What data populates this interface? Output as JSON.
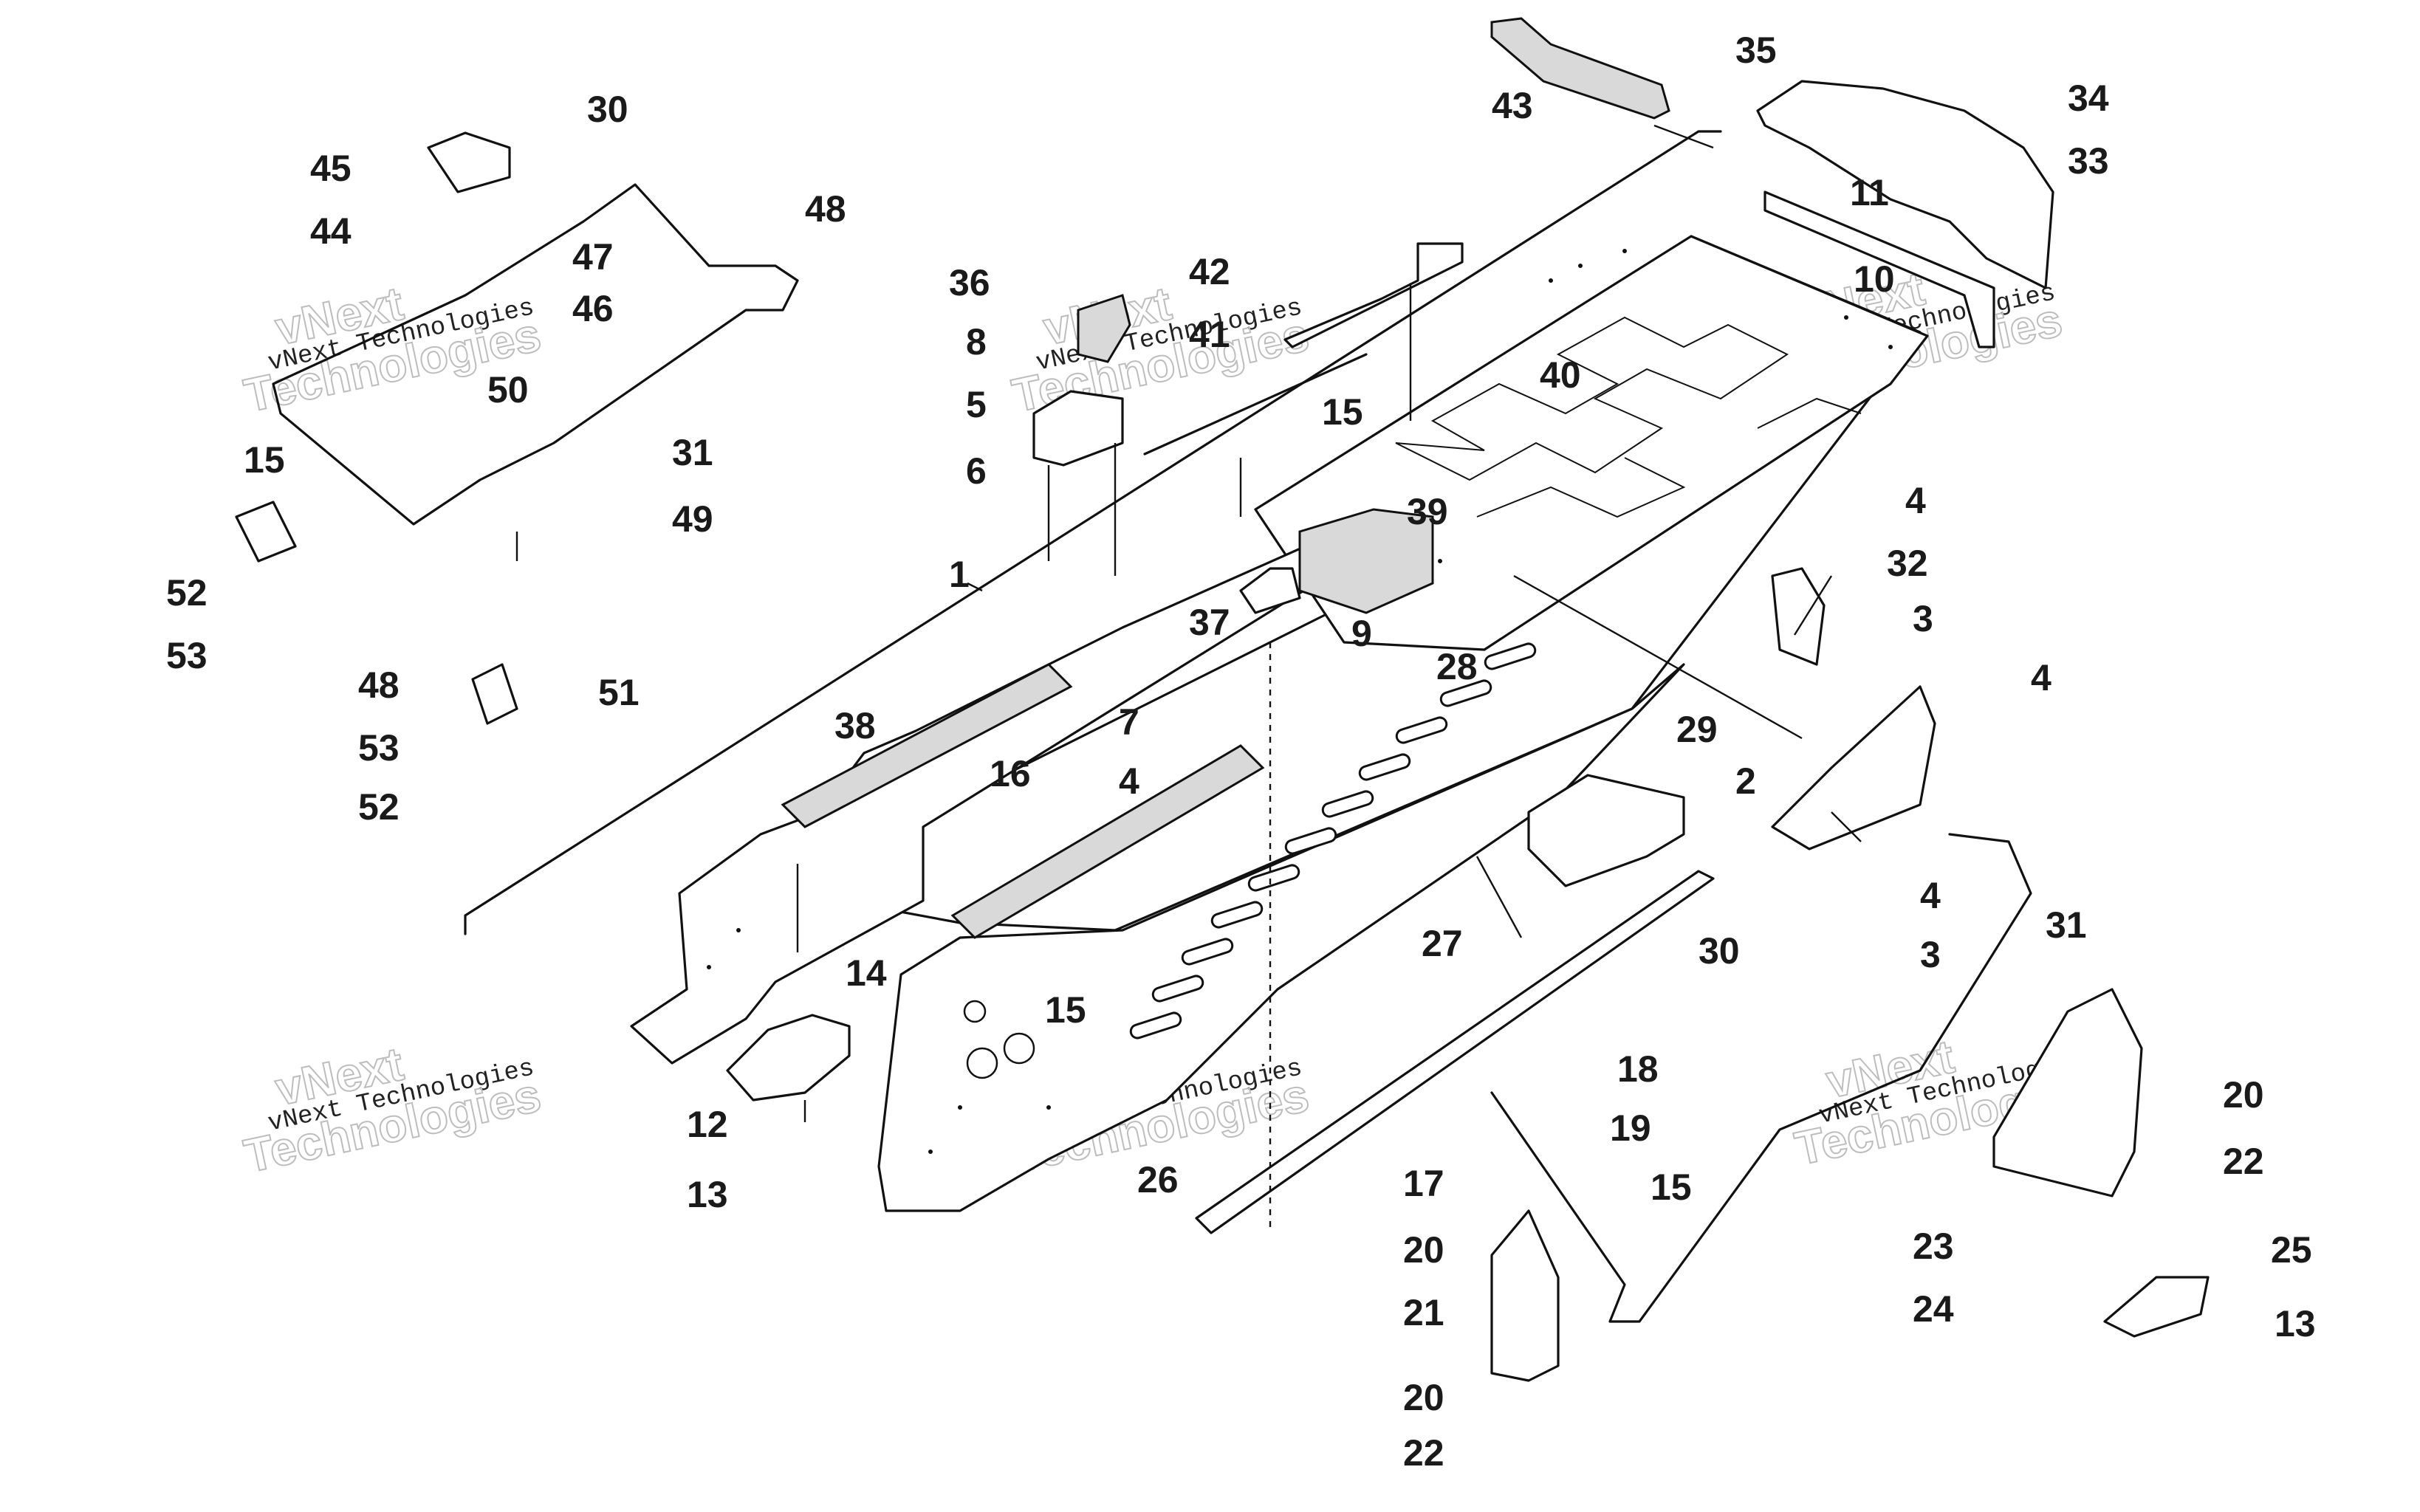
{
  "diagram": {
    "watermark": {
      "line1": "vNext",
      "line2": "Technologies",
      "line3": "Technologies"
    },
    "callouts": [
      {
        "label": "1"
      },
      {
        "label": "2"
      },
      {
        "label": "3"
      },
      {
        "label": "3"
      },
      {
        "label": "4"
      },
      {
        "label": "4"
      },
      {
        "label": "4"
      },
      {
        "label": "4"
      },
      {
        "label": "5"
      },
      {
        "label": "6"
      },
      {
        "label": "7"
      },
      {
        "label": "8"
      },
      {
        "label": "9"
      },
      {
        "label": "10"
      },
      {
        "label": "11"
      },
      {
        "label": "12"
      },
      {
        "label": "13"
      },
      {
        "label": "13"
      },
      {
        "label": "14"
      },
      {
        "label": "15"
      },
      {
        "label": "15"
      },
      {
        "label": "15"
      },
      {
        "label": "15"
      },
      {
        "label": "16"
      },
      {
        "label": "17"
      },
      {
        "label": "18"
      },
      {
        "label": "19"
      },
      {
        "label": "20"
      },
      {
        "label": "20"
      },
      {
        "label": "20"
      },
      {
        "label": "21"
      },
      {
        "label": "22"
      },
      {
        "label": "22"
      },
      {
        "label": "23"
      },
      {
        "label": "24"
      },
      {
        "label": "25"
      },
      {
        "label": "26"
      },
      {
        "label": "27"
      },
      {
        "label": "28"
      },
      {
        "label": "29"
      },
      {
        "label": "30"
      },
      {
        "label": "30"
      },
      {
        "label": "31"
      },
      {
        "label": "31"
      },
      {
        "label": "32"
      },
      {
        "label": "33"
      },
      {
        "label": "34"
      },
      {
        "label": "35"
      },
      {
        "label": "36"
      },
      {
        "label": "37"
      },
      {
        "label": "38"
      },
      {
        "label": "39"
      },
      {
        "label": "40"
      },
      {
        "label": "41"
      },
      {
        "label": "42"
      },
      {
        "label": "43"
      },
      {
        "label": "44"
      },
      {
        "label": "45"
      },
      {
        "label": "46"
      },
      {
        "label": "47"
      },
      {
        "label": "48"
      },
      {
        "label": "48"
      },
      {
        "label": "49"
      },
      {
        "label": "50"
      },
      {
        "label": "51"
      },
      {
        "label": "52"
      },
      {
        "label": "52"
      },
      {
        "label": "53"
      },
      {
        "label": "53"
      }
    ]
  }
}
